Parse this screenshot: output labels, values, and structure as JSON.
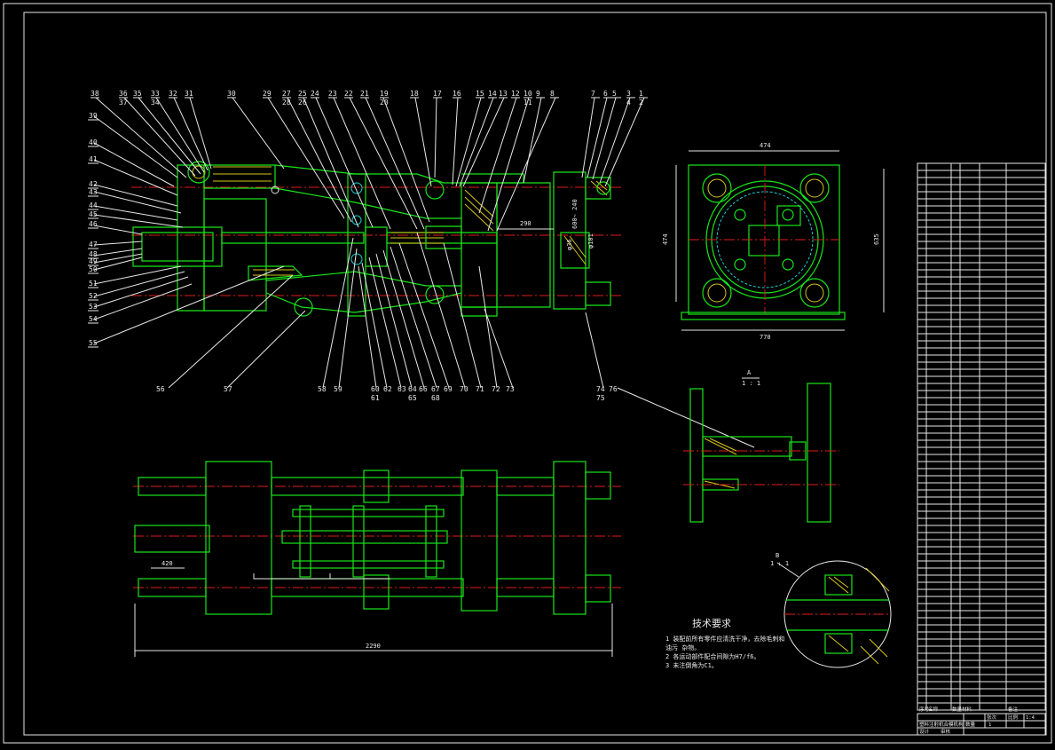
{
  "callouts_top": [
    "38",
    "36",
    "35",
    "33",
    "32",
    "31",
    "30",
    "29",
    "27",
    "25",
    "24",
    "23",
    "22",
    "21",
    "19",
    "18",
    "17",
    "16",
    "15",
    "14",
    "13",
    "12",
    "10",
    "9",
    "8",
    "7",
    "6",
    "5",
    "3",
    "1"
  ],
  "callouts_top_sub": [
    "37",
    "34",
    "28",
    "26",
    "20",
    "11",
    "4",
    "2"
  ],
  "callouts_left": [
    "39",
    "40",
    "41",
    "42",
    "43",
    "44",
    "45",
    "46",
    "47",
    "48",
    "49",
    "50",
    "51",
    "52",
    "53",
    "54",
    "55"
  ],
  "callouts_bottom": [
    "56",
    "57",
    "58",
    "59",
    "60",
    "61",
    "62",
    "63",
    "64",
    "65",
    "66",
    "67",
    "68",
    "69",
    "70",
    "71",
    "72",
    "73",
    "74",
    "75",
    "76"
  ],
  "dimensions": {
    "plate_width": "474",
    "plate_height": "474",
    "plate_side": "635",
    "base_width": "770",
    "overall_length": "2290",
    "offset": "420",
    "gap": "290",
    "stroke_text": "600∼ 240",
    "dia_a": "φ36",
    "dia_b": "φ101"
  },
  "view_a_label": "A",
  "view_a_scale": "1 : 1",
  "view_b_label": "B",
  "view_b_scale": "1 : 1",
  "tech_title": "技术要求",
  "tech_notes": [
    "1 装配前所有零件应清洗干净，去除毛刺和",
    "油污 杂物。",
    "2 各运动部件配合间隙为H7/f6。",
    "3 未注倒角为C1。"
  ],
  "title_block": {
    "name": "塑料注射机合模机构",
    "scale_label": "比例",
    "scale_value": "1:4",
    "qty_label": "数量",
    "qty_value": "1",
    "sheet_label": "张次",
    "row_labels": [
      "序号",
      "名称",
      "数量",
      "材料",
      "备注"
    ],
    "designer": "设计",
    "checker": "审核"
  },
  "colors": {
    "background": "#000000",
    "outline": "#e8e8e8",
    "part": "#19e619",
    "centerline": "#e01b1b",
    "hatch": "#d8c619"
  }
}
